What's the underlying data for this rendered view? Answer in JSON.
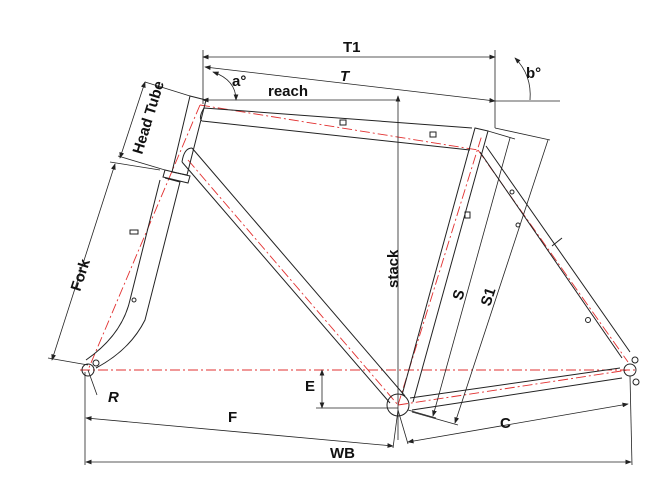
{
  "title": "Bicycle frame geometry",
  "labels": {
    "t1": "T1",
    "t": "T",
    "reach": "reach",
    "a": "a°",
    "b": "b°",
    "head_tube": "Head Tube",
    "fork": "Fork",
    "stack": "stack",
    "s": "S",
    "s1": "S1",
    "r": "R",
    "e": "E",
    "f": "F",
    "c": "C",
    "wb": "WB"
  },
  "colors": {
    "line": "#222222",
    "centerline": "#e23030"
  }
}
